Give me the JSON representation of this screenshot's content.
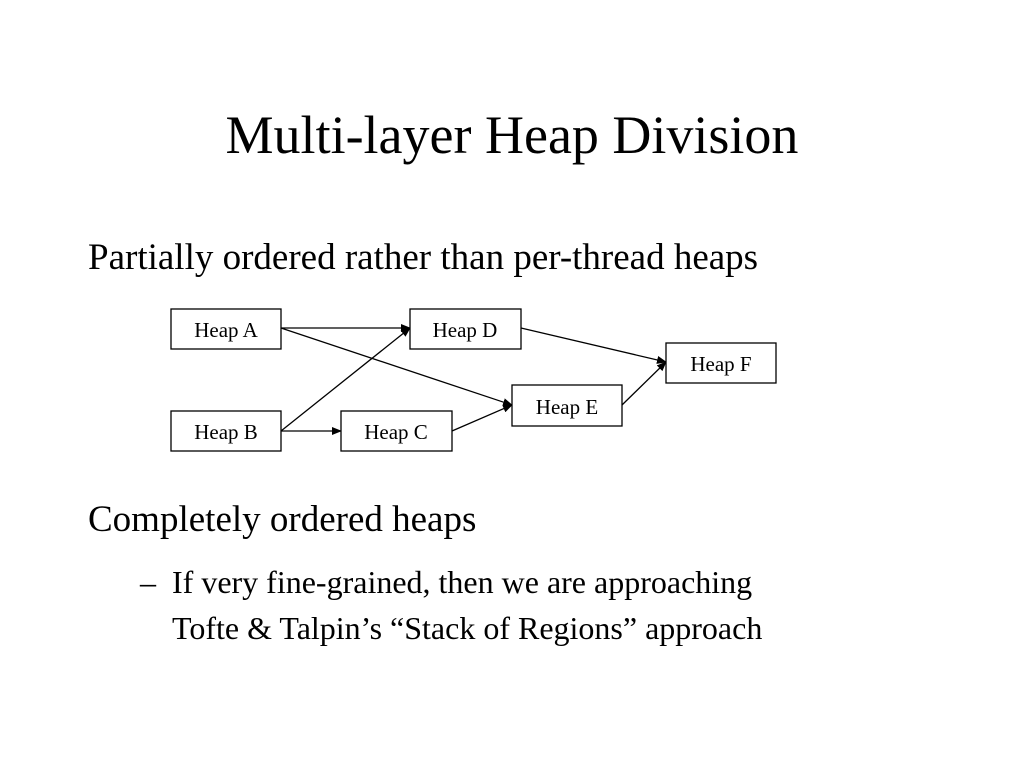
{
  "slide": {
    "title": "Multi-layer Heap Division",
    "bullets": [
      "Partially ordered rather than per-thread heaps",
      "Completely ordered heaps"
    ],
    "sub_bullet": {
      "dash": "–",
      "line1": "If very fine-grained, then we are approaching",
      "line2": "Tofte & Talpin’s “Stack of Regions” approach"
    }
  },
  "diagram": {
    "nodes": {
      "a": "Heap A",
      "b": "Heap B",
      "c": "Heap C",
      "d": "Heap D",
      "e": "Heap E",
      "f": "Heap F"
    },
    "edges": [
      [
        "a",
        "d"
      ],
      [
        "a",
        "e"
      ],
      [
        "b",
        "d"
      ],
      [
        "b",
        "c"
      ],
      [
        "c",
        "e"
      ],
      [
        "d",
        "f"
      ],
      [
        "e",
        "f"
      ]
    ]
  }
}
